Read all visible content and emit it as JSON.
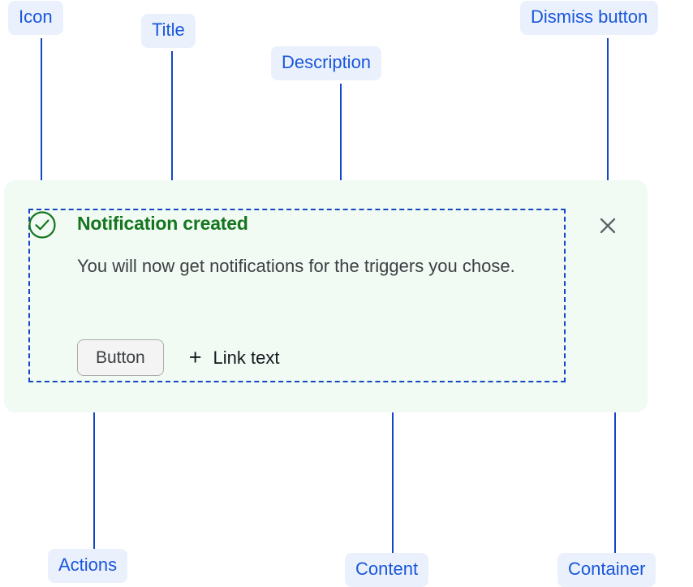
{
  "annotations": [
    {
      "id": "icon",
      "label": "Icon"
    },
    {
      "id": "title",
      "label": "Title"
    },
    {
      "id": "desc",
      "label": "Description"
    },
    {
      "id": "dismiss",
      "label": "Dismiss button"
    },
    {
      "id": "actions",
      "label": "Actions"
    },
    {
      "id": "content",
      "label": "Content"
    },
    {
      "id": "container",
      "label": "Container"
    }
  ],
  "notification": {
    "icon": "check-circle-icon",
    "title": "Notification created",
    "description": "You will now get notifications for the triggers you chose.",
    "button_label": "Button",
    "link_icon": "plus-icon",
    "link_label": "Link text",
    "dismiss_icon": "close-icon"
  },
  "colors": {
    "annotation_text": "#1a56db",
    "annotation_badge_bg": "#eaf1fd",
    "annotation_line": "#1447c4",
    "container_bg": "#f2faf4",
    "title_green": "#15761f",
    "description_text": "#3c4043",
    "dismiss_icon": "#5f6368",
    "button_bg": "#f4f4f4",
    "button_border": "#adadad"
  }
}
